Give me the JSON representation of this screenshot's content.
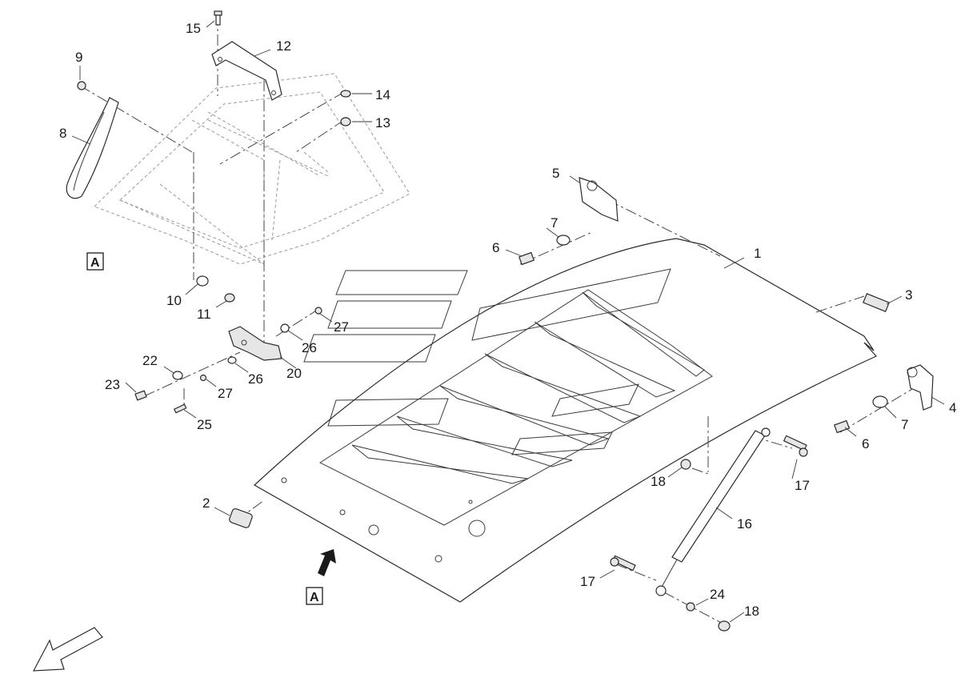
{
  "diagram": {
    "callouts": [
      "1",
      "2",
      "3",
      "4",
      "5",
      "6",
      "6",
      "7",
      "7",
      "8",
      "9",
      "10",
      "11",
      "12",
      "13",
      "14",
      "15",
      "16",
      "17",
      "17",
      "18",
      "18",
      "20",
      "22",
      "23",
      "24",
      "25",
      "26",
      "26",
      "27",
      "27"
    ],
    "view_markers": [
      "A",
      "A"
    ]
  }
}
